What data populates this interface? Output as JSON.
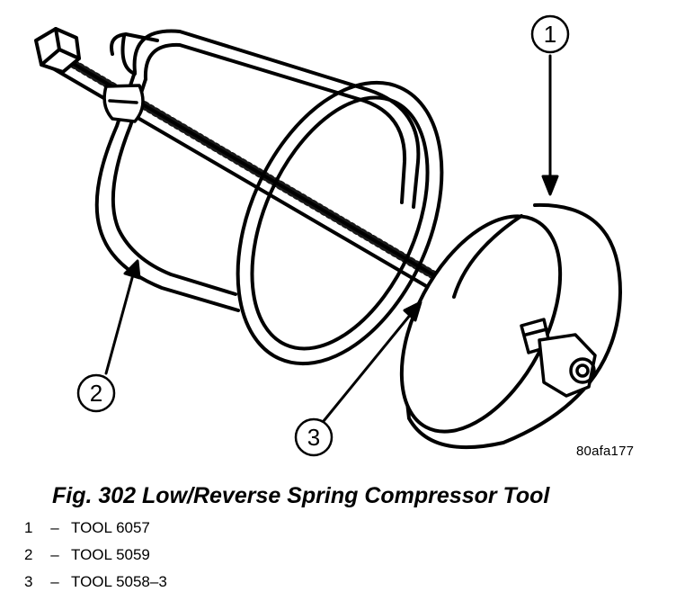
{
  "figure": {
    "id_label": "80afa177",
    "caption": "Fig. 302 Low/Reverse Spring Compressor Tool"
  },
  "callouts": [
    {
      "number": "1",
      "target": "TOOL 6057 (disc)"
    },
    {
      "number": "2",
      "target": "TOOL 5059 (cage)"
    },
    {
      "number": "3",
      "target": "TOOL 5058-3 (threaded rod)"
    }
  ],
  "legend": {
    "separator": "–",
    "items": [
      {
        "number": "1",
        "label": "TOOL 6057"
      },
      {
        "number": "2",
        "label": "TOOL 5059"
      },
      {
        "number": "3",
        "label": "TOOL 5058–3"
      }
    ]
  },
  "colors": {
    "ink": "#000000",
    "paper": "#ffffff"
  }
}
